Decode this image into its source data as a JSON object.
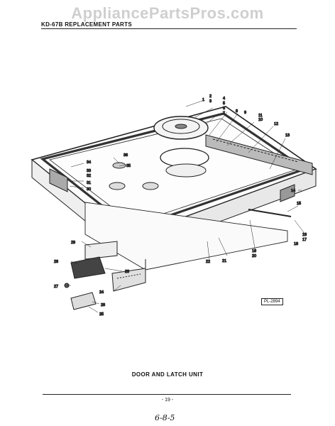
{
  "watermark": "AppliancePartsPros.com",
  "header": "KD-67B REPLACEMENT PARTS",
  "plate_number": "PL-2894",
  "caption": "DOOR AND LATCH UNIT",
  "page_number": "- 19 -",
  "handwritten_note": "6-8-5",
  "callouts": [
    "1",
    "2",
    "3",
    "4",
    "5",
    "6",
    "7",
    "8",
    "9",
    "10",
    "11",
    "12",
    "13",
    "14",
    "15",
    "16",
    "17",
    "18",
    "19",
    "20",
    "21",
    "22",
    "23",
    "24",
    "25",
    "26",
    "27",
    "28",
    "29",
    "30",
    "31",
    "32",
    "33",
    "34",
    "35",
    "36"
  ]
}
